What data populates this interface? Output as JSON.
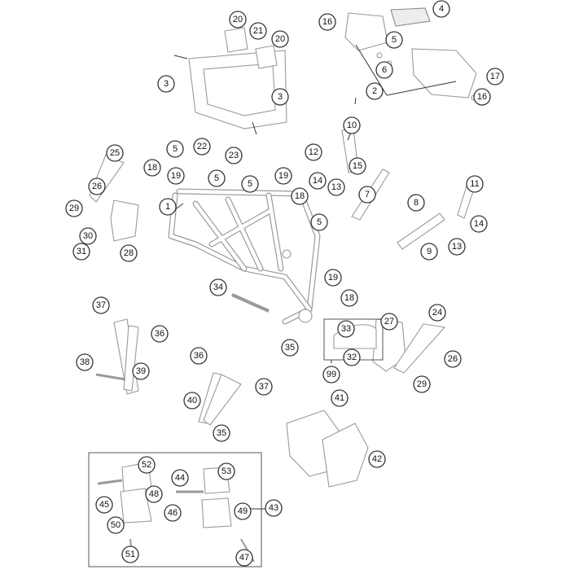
{
  "callouts": [
    "20",
    "21",
    "20",
    "3",
    "3",
    "16",
    "4",
    "5",
    "6",
    "2",
    "17",
    "16",
    "10",
    "22",
    "23",
    "5",
    "18",
    "19",
    "5",
    "5",
    "19",
    "18",
    "12",
    "14",
    "15",
    "13",
    "7",
    "25",
    "26",
    "29",
    "30",
    "31",
    "28",
    "1",
    "5",
    "11",
    "8",
    "14",
    "9",
    "13",
    "34",
    "19",
    "18",
    "37",
    "36",
    "38",
    "39",
    "33",
    "32",
    "99",
    "27",
    "24",
    "26",
    "29",
    "35",
    "36",
    "37",
    "40",
    "35",
    "41",
    "42",
    "52",
    "53",
    "44",
    "48",
    "45",
    "46",
    "49",
    "43",
    "50",
    "51",
    "47"
  ],
  "icons": {
    "callout": "numbered-circle",
    "fastener": "bolt",
    "assembly_frame": "frame-tube",
    "kit": "kit-box"
  },
  "colors": {
    "line": "#333333",
    "part_outline": "#9a9a9a",
    "background": "#ffffff"
  }
}
